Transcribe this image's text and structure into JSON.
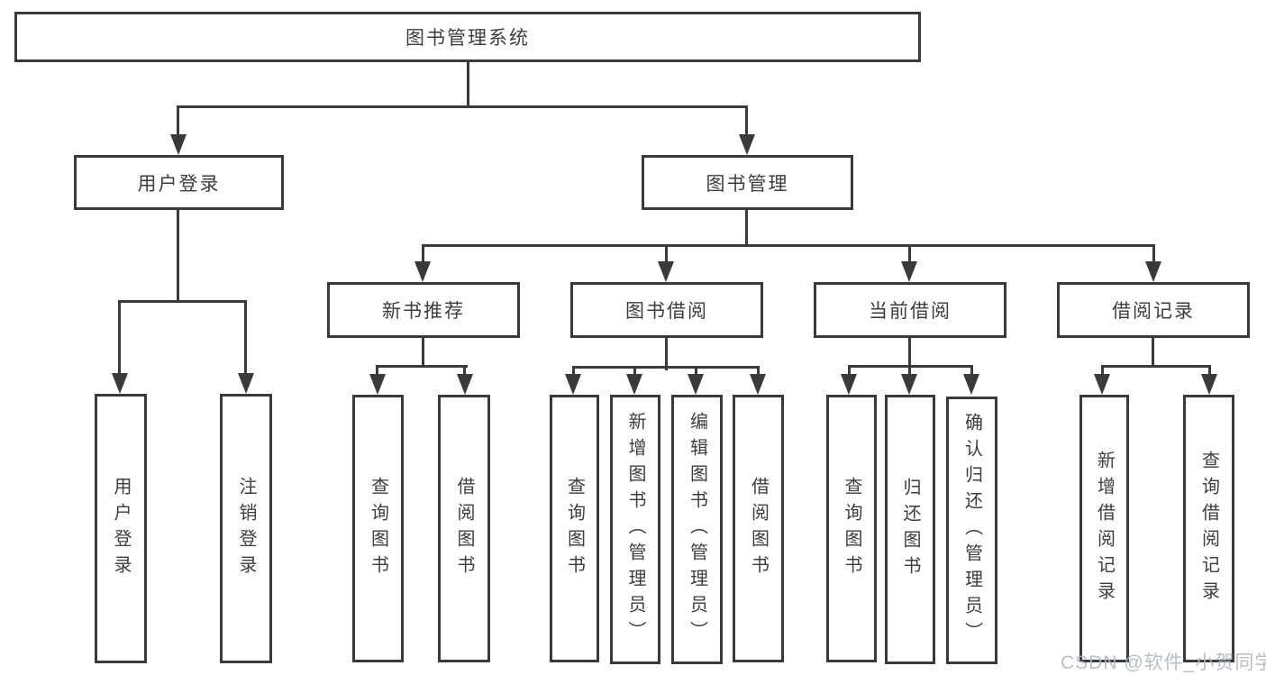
{
  "diagram": {
    "title": "图书管理系统",
    "nodes": {
      "root": "图书管理系统",
      "user_login": "用户登录",
      "book_management": "图书管理",
      "new_book_recommend": "新书推荐",
      "book_borrowing": "图书借阅",
      "current_borrowing": "当前借阅",
      "borrowing_records": "借阅记录",
      "leaf_user_login": "用户登录",
      "leaf_logout": "注销登录",
      "leaf_nbr_query_books": "查询图书",
      "leaf_nbr_borrow_books": "借阅图书",
      "leaf_bb_query_books": "查询图书",
      "leaf_bb_add_books_admin": "新增图书（管理员）",
      "leaf_bb_edit_books_admin": "编辑图书（管理员）",
      "leaf_bb_borrow_books": "借阅图书",
      "leaf_cb_query_books": "查询图书",
      "leaf_cb_return_books": "归还图书",
      "leaf_cb_confirm_return_admin": "确认归还（管理员）",
      "leaf_br_add_record": "新增借阅记录",
      "leaf_br_query_record": "查询借阅记录"
    },
    "hierarchy": {
      "图书管理系统": {
        "用户登录": [
          "用户登录",
          "注销登录"
        ],
        "图书管理": {
          "新书推荐": [
            "查询图书",
            "借阅图书"
          ],
          "图书借阅": [
            "查询图书",
            "新增图书（管理员）",
            "编辑图书（管理员）",
            "借阅图书"
          ],
          "当前借阅": [
            "查询图书",
            "归还图书",
            "确认归还（管理员）"
          ],
          "借阅记录": [
            "新增借阅记录",
            "查询借阅记录"
          ]
        }
      }
    }
  },
  "watermark": "CSDN @软件_小贺同学",
  "colors": {
    "line": "#3a3a3a",
    "text": "#3d3d3d",
    "background": "#ffffff",
    "watermark": "#b2b8c0"
  }
}
